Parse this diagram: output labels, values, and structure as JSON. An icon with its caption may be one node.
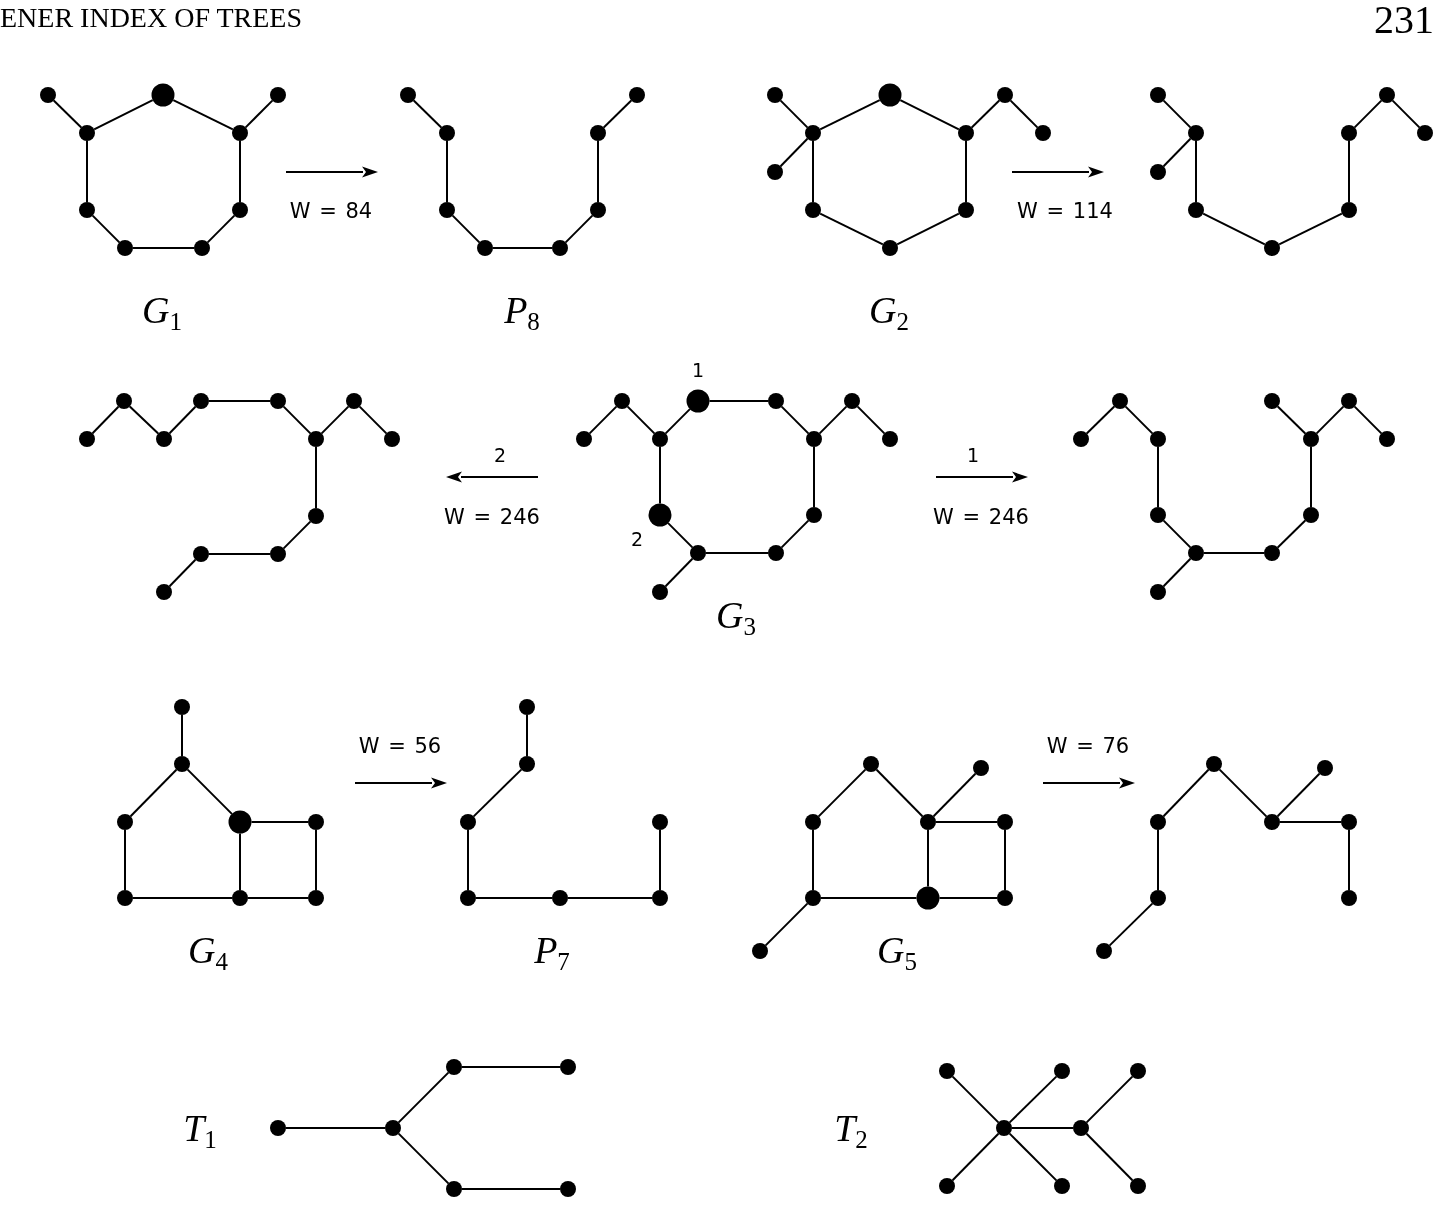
{
  "diagram": {
    "nodes": [
      {
        "text": [],
        "shape": "circle"
      },
      {
        "text": [],
        "shape": "circle"
      },
      {
        "text": [],
        "shape": "circle"
      },
      {
        "text": [],
        "shape": "circle"
      },
      {
        "text": [],
        "shape": "circle"
      },
      {
        "text": [],
        "shape": "circle"
      },
      {
        "text": [],
        "shape": "circle"
      },
      {
        "text": [],
        "shape": "circle"
      },
      {
        "text": [],
        "shape": "circle"
      },
      {
        "text": [],
        "shape": "circle"
      },
      {
        "text": [],
        "shape": "circle"
      },
      {
        "text": [],
        "shape": "circle"
      },
      {
        "text": [],
        "shape": "circle"
      },
      {
        "text": [],
        "shape": "circle"
      },
      {
        "text": [],
        "shape": "circle"
      },
      {
        "text": [],
        "shape": "circle"
      },
      {
        "text": [],
        "shape": "circle"
      },
      {
        "text": [],
        "shape": "circle"
      },
      {
        "text": [],
        "shape": "circle"
      },
      {
        "text": [],
        "shape": "circle"
      },
      {
        "text": [],
        "shape": "circle"
      },
      {
        "text": [],
        "shape": "circle"
      },
      {
        "text": [],
        "shape": "circle"
      },
      {
        "text": [],
        "shape": "circle"
      },
      {
        "text": [],
        "shape": "circle"
      },
      {
        "text": [],
        "shape": "circle"
      },
      {
        "text": [],
        "shape": "circle"
      },
      {
        "text": [],
        "shape": "circle"
      },
      {
        "text": [],
        "shape": "circle"
      },
      {
        "text": [],
        "shape": "circle"
      },
      {
        "text": [],
        "shape": "circle"
      },
      {
        "text": [],
        "shape": "circle"
      },
      {
        "text": [],
        "shape": "circle"
      },
      {
        "text": [],
        "shape": "circle"
      },
      {
        "text": [],
        "shape": "circle"
      },
      {
        "text": [],
        "shape": "circle"
      },
      {
        "text": [],
        "shape": "circle"
      },
      {
        "text": [],
        "shape": "circle"
      },
      {
        "text": [],
        "shape": "circle"
      },
      {
        "text": [],
        "shape": "circle"
      },
      {
        "text": [],
        "shape": "circle"
      },
      {
        "text": [],
        "shape": "circle"
      },
      {
        "text": [],
        "shape": "circle"
      },
      {
        "text": [],
        "shape": "circle"
      },
      {
        "text": [],
        "shape": "circle"
      },
      {
        "text": [],
        "shape": "circle"
      },
      {
        "text": [],
        "shape": "circle"
      },
      {
        "text": [],
        "shape": "circle"
      },
      {
        "text": [],
        "shape": "circle"
      },
      {
        "text": [],
        "shape": "circle",
        "beside": [
          "1"
        ]
      },
      {
        "text": [],
        "shape": "circle"
      },
      {
        "text": [],
        "shape": "circle"
      },
      {
        "text": [],
        "shape": "circle"
      },
      {
        "text": [],
        "shape": "circle"
      },
      {
        "text": [],
        "shape": "circle"
      },
      {
        "text": [],
        "shape": "circle"
      },
      {
        "text": [],
        "shape": "circle",
        "beside": [
          "2"
        ]
      },
      {
        "text": [],
        "shape": "circle"
      },
      {
        "text": [],
        "shape": "circle"
      },
      {
        "text": [],
        "shape": "circle"
      },
      {
        "text": [],
        "shape": "circle"
      },
      {
        "text": [],
        "shape": "circle"
      },
      {
        "text": [],
        "shape": "circle"
      },
      {
        "text": [],
        "shape": "circle"
      },
      {
        "text": [],
        "shape": "circle"
      },
      {
        "text": [],
        "shape": "circle"
      },
      {
        "text": [],
        "shape": "circle"
      },
      {
        "text": [],
        "shape": "circle"
      },
      {
        "text": [],
        "shape": "circle"
      },
      {
        "text": [],
        "shape": "circle"
      },
      {
        "text": [],
        "shape": "circle"
      },
      {
        "text": [],
        "shape": "circle"
      },
      {
        "text": [],
        "shape": "circle"
      },
      {
        "text": [],
        "shape": "circle"
      },
      {
        "text": [],
        "shape": "circle"
      },
      {
        "text": [],
        "shape": "circle"
      },
      {
        "text": [],
        "shape": "circle"
      },
      {
        "text": [],
        "shape": "circle"
      },
      {
        "text": [],
        "shape": "circle"
      },
      {
        "text": [],
        "shape": "circle"
      },
      {
        "text": [],
        "shape": "circle"
      },
      {
        "text": [],
        "shape": "circle"
      },
      {
        "text": [],
        "shape": "circle"
      },
      {
        "text": [],
        "shape": "circle"
      },
      {
        "text": [],
        "shape": "circle"
      },
      {
        "text": [],
        "shape": "circle"
      },
      {
        "text": [],
        "shape": "circle"
      },
      {
        "text": [],
        "shape": "circle"
      },
      {
        "text": [],
        "shape": "circle"
      },
      {
        "text": [],
        "shape": "circle"
      },
      {
        "text": [],
        "shape": "circle"
      },
      {
        "text": [],
        "shape": "circle"
      },
      {
        "text": [],
        "shape": "circle"
      },
      {
        "text": [],
        "shape": "circle"
      },
      {
        "text": [],
        "shape": "circle"
      },
      {
        "text": [],
        "shape": "circle"
      },
      {
        "text": [],
        "shape": "circle"
      },
      {
        "text": [],
        "shape": "circle"
      },
      {
        "text": [],
        "shape": "circle"
      },
      {
        "text": [],
        "shape": "circle"
      },
      {
        "text": [],
        "shape": "circle"
      },
      {
        "text": [],
        "shape": "circle"
      },
      {
        "text": [],
        "shape": "circle"
      },
      {
        "text": [],
        "shape": "circle"
      },
      {
        "text": [],
        "shape": "circle"
      },
      {
        "text": [],
        "shape": "circle"
      },
      {
        "text": [],
        "shape": "circle"
      },
      {
        "text": [],
        "shape": "circle"
      },
      {
        "text": [],
        "shape": "circle"
      },
      {
        "text": [],
        "shape": "circle"
      },
      {
        "text": [],
        "shape": "circle"
      },
      {
        "text": [],
        "shape": "circle"
      },
      {
        "text": [],
        "shape": "circle"
      },
      {
        "text": [],
        "shape": "circle"
      },
      {
        "text": [],
        "shape": "circle"
      },
      {
        "text": [],
        "shape": "circle"
      },
      {
        "text": [],
        "shape": "circle"
      },
      {
        "text": [],
        "shape": "circle"
      },
      {
        "text": [],
        "shape": "circle"
      }
    ],
    "edges": [
      {
        "from": 0,
        "to": 3,
        "arrow": "none"
      },
      {
        "from": 3,
        "to": 1,
        "arrow": "none"
      },
      {
        "from": 1,
        "to": 4,
        "arrow": "none"
      },
      {
        "from": 4,
        "to": 2,
        "arrow": "none"
      },
      {
        "from": 3,
        "to": 5,
        "arrow": "none"
      },
      {
        "from": 4,
        "to": 6,
        "arrow": "none"
      },
      {
        "from": 5,
        "to": 7,
        "arrow": "none"
      },
      {
        "from": 7,
        "to": 8,
        "arrow": "none"
      },
      {
        "from": 8,
        "to": 6,
        "arrow": "none"
      },
      {
        "from": 9,
        "to": 11,
        "arrow": "none"
      },
      {
        "from": 11,
        "to": 13,
        "arrow": "none"
      },
      {
        "from": 13,
        "to": 15,
        "arrow": "none"
      },
      {
        "from": 15,
        "to": 16,
        "arrow": "none"
      },
      {
        "from": 16,
        "to": 14,
        "arrow": "none"
      },
      {
        "from": 14,
        "to": 12,
        "arrow": "none"
      },
      {
        "from": 12,
        "to": 10,
        "arrow": "none"
      },
      {
        "from": 17,
        "to": 20,
        "arrow": "none"
      },
      {
        "from": 20,
        "to": 23,
        "arrow": "none"
      },
      {
        "from": 20,
        "to": 18,
        "arrow": "none"
      },
      {
        "from": 18,
        "to": 21,
        "arrow": "none"
      },
      {
        "from": 21,
        "to": 19,
        "arrow": "none"
      },
      {
        "from": 19,
        "to": 22,
        "arrow": "none"
      },
      {
        "from": 20,
        "to": 24,
        "arrow": "none"
      },
      {
        "from": 21,
        "to": 25,
        "arrow": "none"
      },
      {
        "from": 24,
        "to": 26,
        "arrow": "none"
      },
      {
        "from": 26,
        "to": 25,
        "arrow": "none"
      },
      {
        "from": 27,
        "to": 29,
        "arrow": "none"
      },
      {
        "from": 29,
        "to": 32,
        "arrow": "none"
      },
      {
        "from": 29,
        "to": 33,
        "arrow": "none"
      },
      {
        "from": 33,
        "to": 35,
        "arrow": "none"
      },
      {
        "from": 35,
        "to": 34,
        "arrow": "none"
      },
      {
        "from": 34,
        "to": 30,
        "arrow": "none"
      },
      {
        "from": 30,
        "to": 28,
        "arrow": "none"
      },
      {
        "from": 28,
        "to": 31,
        "arrow": "none"
      },
      {
        "from": 40,
        "to": 36,
        "arrow": "none"
      },
      {
        "from": 36,
        "to": 41,
        "arrow": "none"
      },
      {
        "from": 41,
        "to": 37,
        "arrow": "none"
      },
      {
        "from": 37,
        "to": 38,
        "arrow": "none"
      },
      {
        "from": 38,
        "to": 42,
        "arrow": "none"
      },
      {
        "from": 42,
        "to": 39,
        "arrow": "none"
      },
      {
        "from": 39,
        "to": 43,
        "arrow": "none"
      },
      {
        "from": 42,
        "to": 44,
        "arrow": "none"
      },
      {
        "from": 44,
        "to": 46,
        "arrow": "none"
      },
      {
        "from": 46,
        "to": 45,
        "arrow": "none"
      },
      {
        "from": 45,
        "to": 47,
        "arrow": "none"
      },
      {
        "from": 52,
        "to": 48,
        "arrow": "none"
      },
      {
        "from": 48,
        "to": 53,
        "arrow": "none"
      },
      {
        "from": 53,
        "to": 49,
        "arrow": "none"
      },
      {
        "from": 49,
        "to": 50,
        "arrow": "none"
      },
      {
        "from": 50,
        "to": 54,
        "arrow": "none"
      },
      {
        "from": 54,
        "to": 51,
        "arrow": "none"
      },
      {
        "from": 51,
        "to": 55,
        "arrow": "none"
      },
      {
        "from": 53,
        "to": 56,
        "arrow": "none"
      },
      {
        "from": 56,
        "to": 58,
        "arrow": "none"
      },
      {
        "from": 58,
        "to": 59,
        "arrow": "none"
      },
      {
        "from": 59,
        "to": 57,
        "arrow": "none"
      },
      {
        "from": 57,
        "to": 54,
        "arrow": "none"
      },
      {
        "from": 58,
        "to": 60,
        "arrow": "none"
      },
      {
        "from": 64,
        "to": 61,
        "arrow": "none"
      },
      {
        "from": 61,
        "to": 65,
        "arrow": "none"
      },
      {
        "from": 65,
        "to": 68,
        "arrow": "none"
      },
      {
        "from": 68,
        "to": 70,
        "arrow": "none"
      },
      {
        "from": 70,
        "to": 71,
        "arrow": "none"
      },
      {
        "from": 71,
        "to": 69,
        "arrow": "none"
      },
      {
        "from": 69,
        "to": 66,
        "arrow": "none"
      },
      {
        "from": 66,
        "to": 62,
        "arrow": "none"
      },
      {
        "from": 66,
        "to": 63,
        "arrow": "none"
      },
      {
        "from": 63,
        "to": 67,
        "arrow": "none"
      },
      {
        "from": 70,
        "to": 72,
        "arrow": "none"
      },
      {
        "from": 73,
        "to": 74,
        "arrow": "none"
      },
      {
        "from": 74,
        "to": 75,
        "arrow": "none"
      },
      {
        "from": 74,
        "to": 76,
        "arrow": "none"
      },
      {
        "from": 76,
        "to": 77,
        "arrow": "none"
      },
      {
        "from": 75,
        "to": 78,
        "arrow": "none"
      },
      {
        "from": 76,
        "to": 79,
        "arrow": "none"
      },
      {
        "from": 77,
        "to": 80,
        "arrow": "none"
      },
      {
        "from": 78,
        "to": 79,
        "arrow": "none"
      },
      {
        "from": 79,
        "to": 80,
        "arrow": "none"
      },
      {
        "from": 81,
        "to": 82,
        "arrow": "none"
      },
      {
        "from": 82,
        "to": 83,
        "arrow": "none"
      },
      {
        "from": 83,
        "to": 85,
        "arrow": "none"
      },
      {
        "from": 85,
        "to": 86,
        "arrow": "none"
      },
      {
        "from": 86,
        "to": 87,
        "arrow": "none"
      },
      {
        "from": 87,
        "to": 84,
        "arrow": "none"
      },
      {
        "from": 90,
        "to": 88,
        "arrow": "none"
      },
      {
        "from": 88,
        "to": 91,
        "arrow": "none"
      },
      {
        "from": 91,
        "to": 89,
        "arrow": "none"
      },
      {
        "from": 91,
        "to": 92,
        "arrow": "none"
      },
      {
        "from": 90,
        "to": 93,
        "arrow": "none"
      },
      {
        "from": 91,
        "to": 94,
        "arrow": "none"
      },
      {
        "from": 92,
        "to": 95,
        "arrow": "none"
      },
      {
        "from": 93,
        "to": 94,
        "arrow": "none"
      },
      {
        "from": 94,
        "to": 95,
        "arrow": "none"
      },
      {
        "from": 93,
        "to": 96,
        "arrow": "none"
      },
      {
        "from": 99,
        "to": 97,
        "arrow": "none"
      },
      {
        "from": 97,
        "to": 100,
        "arrow": "none"
      },
      {
        "from": 100,
        "to": 98,
        "arrow": "none"
      },
      {
        "from": 100,
        "to": 101,
        "arrow": "none"
      },
      {
        "from": 101,
        "to": 103,
        "arrow": "none"
      },
      {
        "from": 99,
        "to": 102,
        "arrow": "none"
      },
      {
        "from": 102,
        "to": 104,
        "arrow": "none"
      },
      {
        "from": 107,
        "to": 108,
        "arrow": "none"
      },
      {
        "from": 108,
        "to": 105,
        "arrow": "none"
      },
      {
        "from": 105,
        "to": 106,
        "arrow": "none"
      },
      {
        "from": 108,
        "to": 109,
        "arrow": "none"
      },
      {
        "from": 109,
        "to": 110,
        "arrow": "none"
      },
      {
        "from": 114,
        "to": 111,
        "arrow": "none"
      },
      {
        "from": 114,
        "to": 112,
        "arrow": "none"
      },
      {
        "from": 114,
        "to": 115,
        "arrow": "none"
      },
      {
        "from": 114,
        "to": 116,
        "arrow": "none"
      },
      {
        "from": 114,
        "to": 117,
        "arrow": "none"
      },
      {
        "from": 115,
        "to": 113,
        "arrow": "none"
      },
      {
        "from": 115,
        "to": 118,
        "arrow": "none"
      }
    ],
    "labels": [
      "ENER INDEX OF TREES",
      "231",
      "W = 84",
      "W = 114",
      "*G*$_{1}$",
      "*P*$_{8}$",
      "*G*$_{2}$",
      "2",
      "1",
      "W = 246",
      "W = 246",
      "*G*$_{3}$",
      "W = 56",
      "W = 76",
      "*G*$_{4}$",
      "*P*$_{7}$",
      "*G*$_{5}$",
      "*T*$_{1}$",
      "*T*$_{2}$"
    ]
  }
}
